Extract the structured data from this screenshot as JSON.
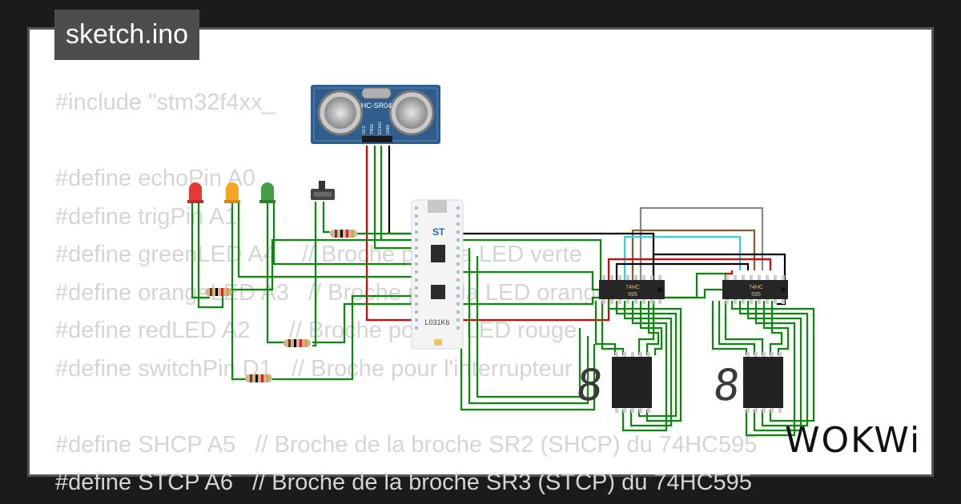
{
  "file_tab": {
    "label": "sketch.ino"
  },
  "code_lines": [
    "#include \"stm32f4xx_",
    "",
    "#define echoPin A0",
    "#define trigPin A1",
    "#define greenLED A4    // Broche pour la LED verte",
    "#define orangeLED A3   // Broche pour la LED orange",
    "#define redLED A2      // Broche pour la LED rouge",
    "#define switchPin D1   // Broche pour l'interrupteur",
    "",
    "#define SHCP A5   // Broche de la broche SR2 (SHCP) du 74HC595",
    "#define STCP A6   // Broche de la broche SR3 (STCP) du 74HC595"
  ],
  "components": {
    "ultrasonic": {
      "label": "HC-SR04",
      "pins": [
        "VCC",
        "TRIG",
        "ECHO",
        "GND"
      ]
    },
    "mcu": {
      "label": "L031K6",
      "logo": "ST"
    },
    "shift_register_1": {
      "label_line1": "74HC",
      "label_line2": "595"
    },
    "shift_register_2": {
      "label_line1": "74HC",
      "label_line2": "595"
    },
    "leds": [
      {
        "name": "red",
        "color": "#e53935"
      },
      {
        "name": "orange",
        "color": "#f5a623"
      },
      {
        "name": "green",
        "color": "#43a047"
      }
    ],
    "digit_display_1": {
      "digit": "8"
    },
    "digit_display_2": {
      "digit": "8"
    }
  },
  "colors": {
    "wire_green": "#0a8a0a",
    "wire_red": "#e00000",
    "wire_black": "#000000",
    "wire_cyan": "#2ad4ef",
    "wire_brown": "#8b5a2b",
    "wire_gray": "#888888",
    "sensor_blue": "#2f5d8c"
  },
  "brand": {
    "name": "WOKWi"
  }
}
